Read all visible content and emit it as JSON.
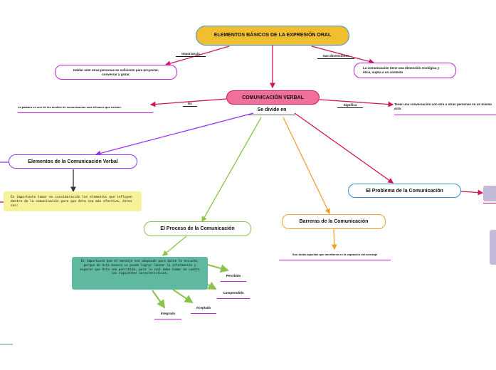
{
  "title": "ELEMENTOS BÁSICOS DE LA EXPRESIÓN ORAL",
  "central": "COMUNICACIÓN VERBAL",
  "divides": "Se divide en",
  "links": {
    "importancia": "Importancia",
    "dimensiones": "Sus dimensiones",
    "es": "Es",
    "significa": "Significa"
  },
  "texts": {
    "importancia": "Hablar ante otras personas es suficiente para proyectar, conversar y gozar.",
    "dimensiones": "La comunicación tiene una dimensión ecológica y ética, sujeta a un contexto",
    "es": "La palabra es uno de los medios de comunicación más eficaces que existen.",
    "significa": "Tener una conversación con otra u otras personas en un mismo acto."
  },
  "branches": {
    "elementos": "Elementos de la Comunicación Verbal",
    "elementos_note": "Es importante tomar en consideración los elementos que influyen dentro de la comunicación para que ésta sea más efectiva, éstos son:",
    "problema": "El Problema de la Comunicación",
    "proceso": "El Proceso de la Comunicación",
    "proceso_note": "Es importante que el mensaje sea adaptado para quien lo escucha, porque de ésta manera se puede lograr lanzar la información y esperar que ésta sea percibida, para lo cual debe tomar en cuenta las siguientes características.",
    "barreras": "Barreras de la Comunicación",
    "barreras_note": "Son todas aquellas que interfieren en la captación del mensaje"
  },
  "characteristics": [
    "Percibido",
    "Comprendido",
    "Aceptado",
    "Integrado"
  ],
  "colors": {
    "root_fill": "#f1be2f",
    "root_border": "#3b8fd1",
    "central_fill": "#f06f9b",
    "crimson": "#d4145a",
    "purple": "#9b30ff",
    "green": "#8bc34a",
    "orange": "#f0a030",
    "teal": "#5fb8a0",
    "yellow_note": "#f5f29a",
    "lavender": "#c3b9d8"
  }
}
